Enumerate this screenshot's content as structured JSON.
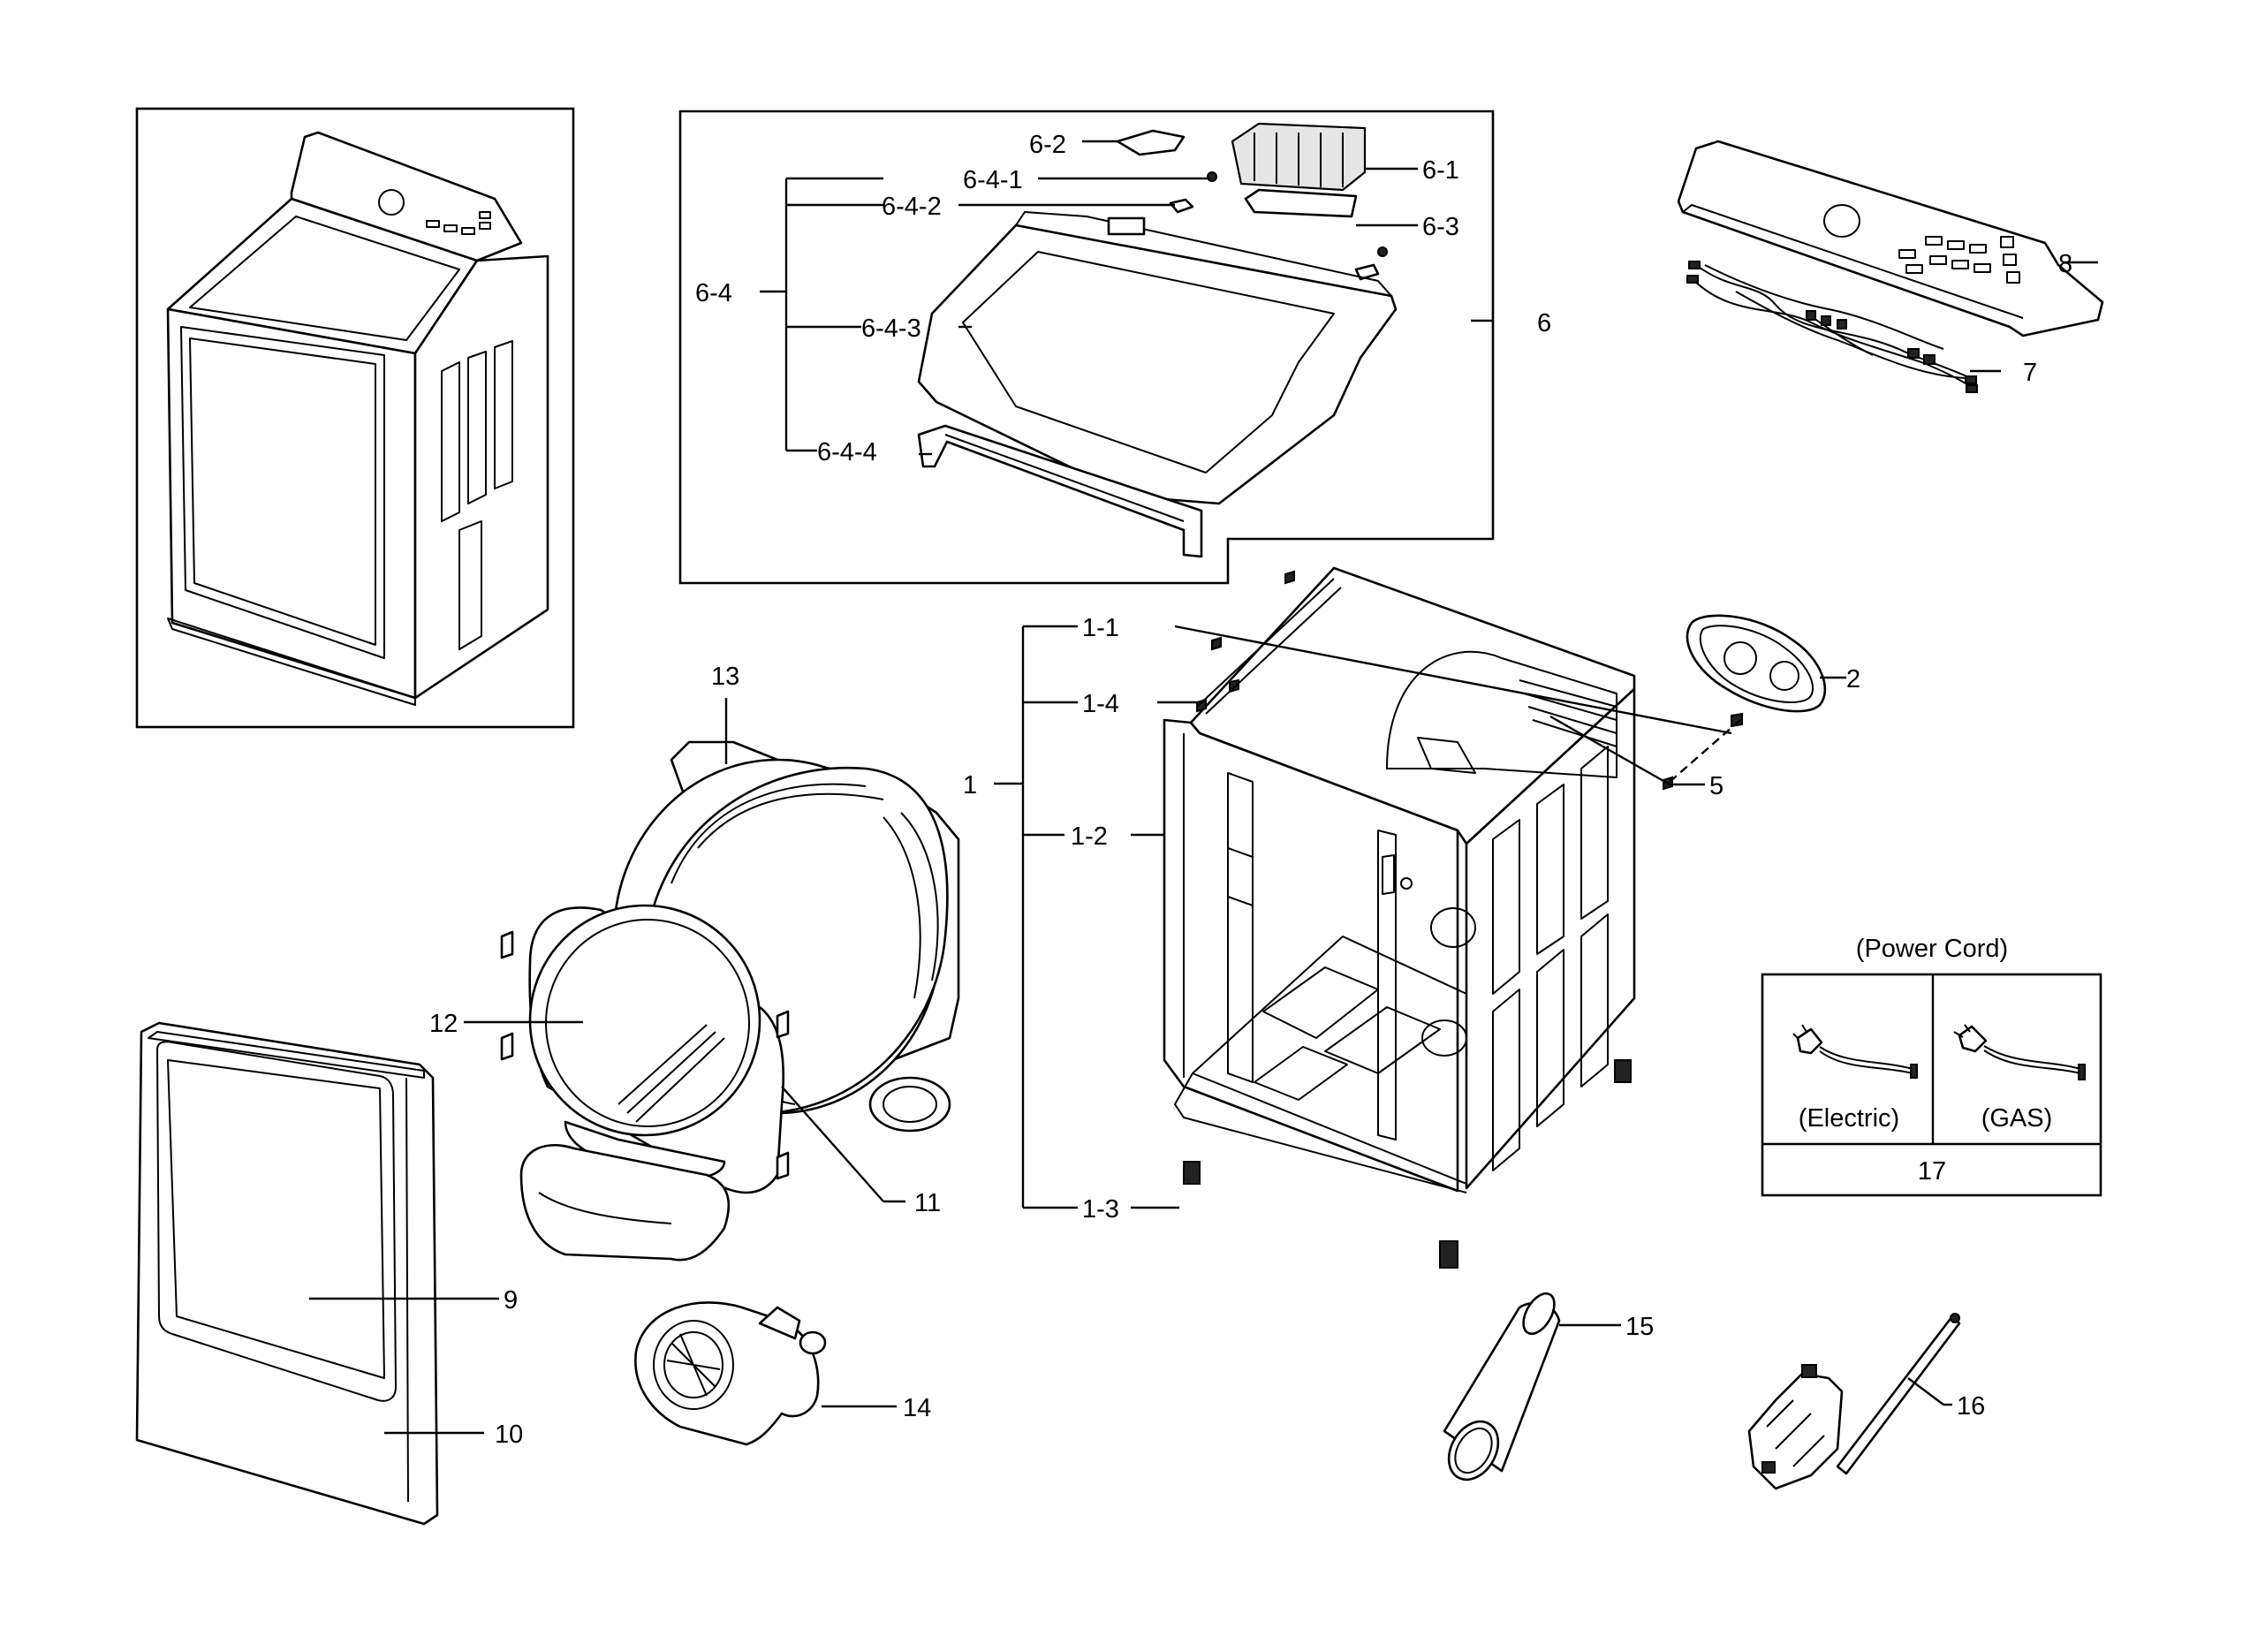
{
  "callouts": {
    "c6_1": "6-1",
    "c6_2": "6-2",
    "c6_3": "6-3",
    "c6_4": "6-4",
    "c6_4_1": "6-4-1",
    "c6_4_2": "6-4-2",
    "c6_4_3": "6-4-3",
    "c6_4_4": "6-4-4",
    "c6": "6",
    "c7": "7",
    "c8": "8",
    "c1": "1",
    "c1_1": "1-1",
    "c1_2": "1-2",
    "c1_3": "1-3",
    "c1_4": "1-4",
    "c2": "2",
    "c5": "5",
    "c9": "9",
    "c10": "10",
    "c11": "11",
    "c12": "12",
    "c13": "13",
    "c14": "14",
    "c15": "15",
    "c16": "16"
  },
  "power_cord": {
    "title": "(Power Cord)",
    "electric": "(Electric)",
    "gas": "(GAS)",
    "number": "17"
  }
}
